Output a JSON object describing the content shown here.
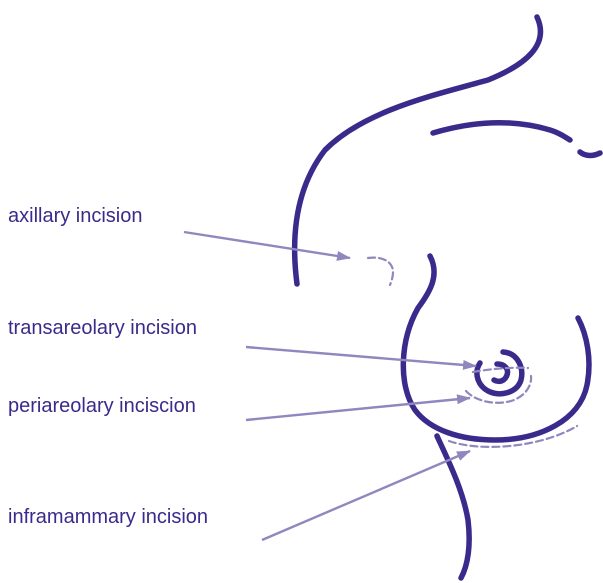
{
  "labels": {
    "axillary": "axillary incision",
    "transareolary": "transareolary incision",
    "periareolary": "periareolary inciscion",
    "inframammary": "inframammary incision"
  },
  "colors": {
    "outline": "#3a2a8c",
    "text": "#3a2a8c",
    "pointer": "#8f88bf",
    "incision": "#8f88bf"
  }
}
